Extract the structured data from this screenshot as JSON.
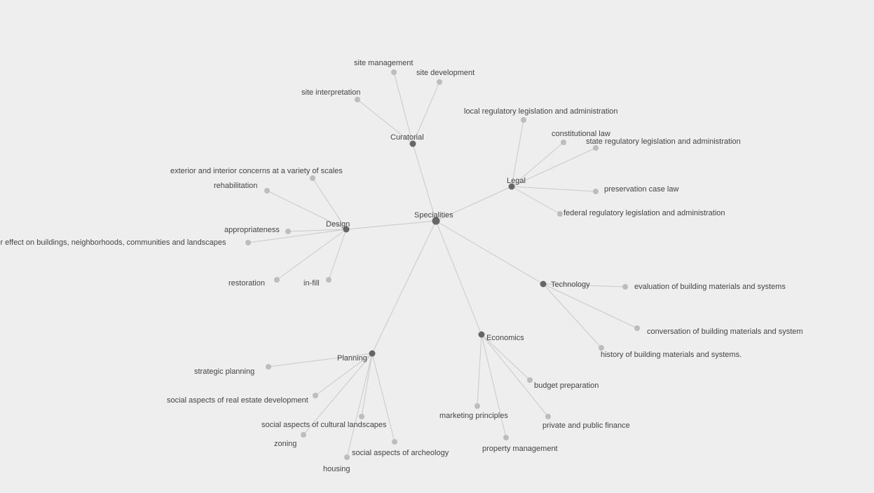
{
  "graph": {
    "center": "Specialities",
    "colors": {
      "background": "#eeeeee",
      "link": "#c9c9c9",
      "center_node": "#666666",
      "category_node": "#666666",
      "leaf_node": "#bdbdbd",
      "text": "#444444"
    },
    "categories": [
      {
        "id": "curatorial",
        "label": "Curatorial",
        "children": [
          "site management",
          "site development",
          "site interpretation"
        ]
      },
      {
        "id": "legal",
        "label": "Legal",
        "children": [
          "local regulatory legislation and administration",
          "constitutional law",
          "state regulatory legislation and administration",
          "preservation case law",
          "federal regulatory legislation and administration"
        ]
      },
      {
        "id": "design",
        "label": "Design",
        "children": [
          "exterior and interior concerns at a variety of scales",
          "rehabilitation",
          "appropriateness",
          "ir effect on buildings, neighborhoods, communities and landscapes",
          "restoration",
          "in-fill"
        ]
      },
      {
        "id": "technology",
        "label": "Technology",
        "children": [
          "evaluation of building materials and systems",
          "conversation of building materials and system",
          "history of building materials and systems."
        ]
      },
      {
        "id": "economics",
        "label": "Economics",
        "children": [
          "budget preparation",
          "marketing principles",
          "private and public finance",
          "property management"
        ]
      },
      {
        "id": "planning",
        "label": "Planning",
        "children": [
          "strategic planning",
          "social aspects of real estate development",
          "social aspects of cultural landscapes",
          "zoning",
          "social aspects of archeology",
          "housing"
        ]
      }
    ]
  }
}
